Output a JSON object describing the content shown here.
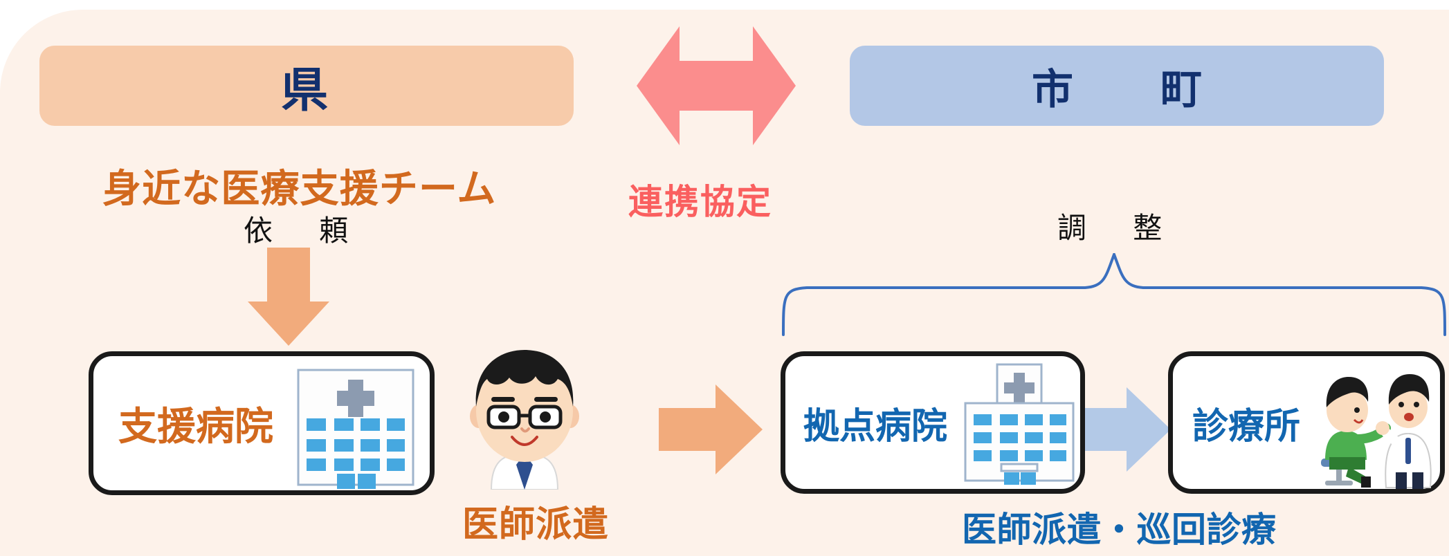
{
  "diagram": {
    "title_hidden": "",
    "colors": {
      "panel_bg": "#fdf2ea",
      "pref_pill": "#f7cbaa",
      "muni_pill": "#b3c7e6",
      "orange_text": "#d2691e",
      "blue_text": "#1266b0",
      "navy_text": "#12306e",
      "red_text": "#fa5f5f",
      "brace": "#3a6fbf",
      "hospital_blue": "#46a8e0",
      "box_border": "#1a1a1a"
    },
    "headers": {
      "prefecture": "県",
      "municipality": "市　町"
    },
    "labels": {
      "support_team": "身近な医療支援チーム",
      "request": "依　頼",
      "cooperation_agreement": "連携協定",
      "coordination": "調　整",
      "doctor_dispatch": "医師派遣",
      "doctor_dispatch_and_visit": "医師派遣・巡回診療"
    },
    "boxes": {
      "support_hospital": "支援病院",
      "base_hospital": "拠点病院",
      "clinic": "診療所"
    },
    "arrows": {
      "bidirectional": "双方向矢印",
      "down": "下向き矢印",
      "right_orange": "右向き矢印",
      "right_blue": "右向き矢印"
    },
    "icons": {
      "support_hospital_icon": "hospital-building-icon",
      "base_hospital_icon": "hospital-building-icon",
      "clinic_icon": "doctor-patient-consultation-icon",
      "doctor_avatar": "doctor-portrait-icon"
    }
  }
}
